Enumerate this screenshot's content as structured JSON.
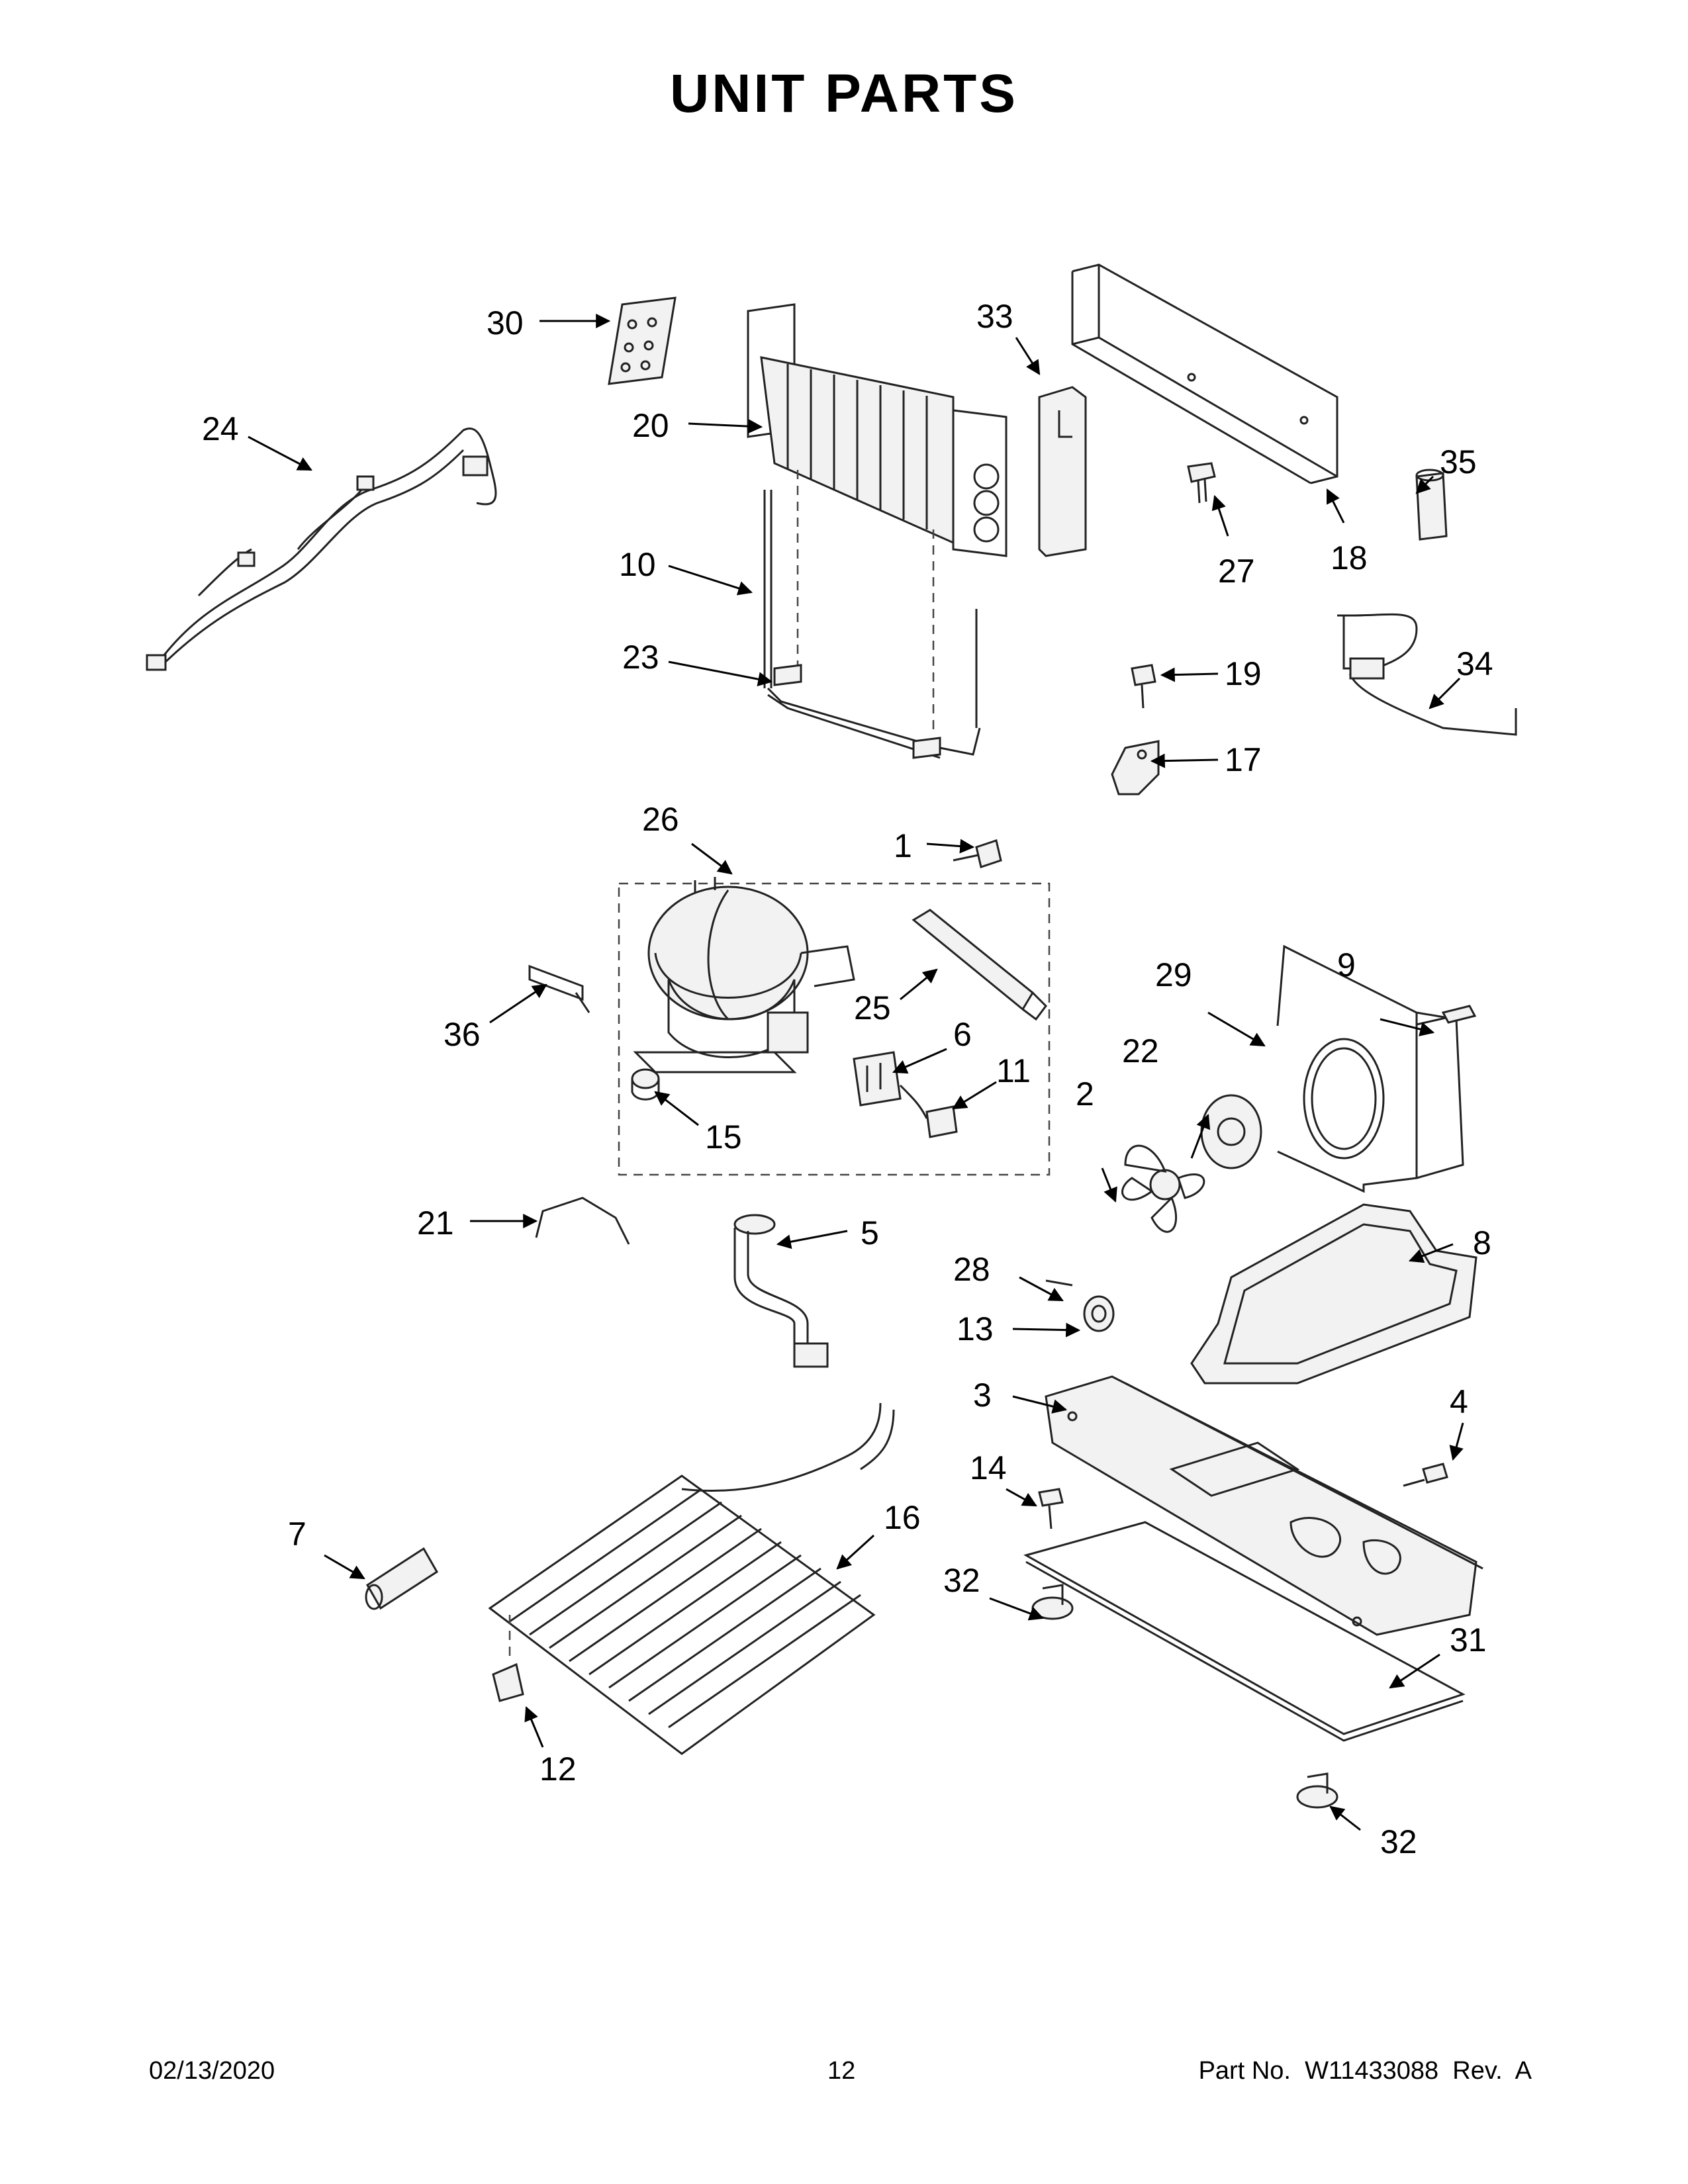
{
  "title": "UNIT PARTS",
  "callouts": [
    {
      "id": "c1",
      "label": "1"
    },
    {
      "id": "c2",
      "label": "2"
    },
    {
      "id": "c3",
      "label": "3"
    },
    {
      "id": "c4",
      "label": "4"
    },
    {
      "id": "c5",
      "label": "5"
    },
    {
      "id": "c6",
      "label": "6"
    },
    {
      "id": "c7",
      "label": "7"
    },
    {
      "id": "c8",
      "label": "8"
    },
    {
      "id": "c9",
      "label": "9"
    },
    {
      "id": "c10",
      "label": "10"
    },
    {
      "id": "c11",
      "label": "11"
    },
    {
      "id": "c12",
      "label": "12"
    },
    {
      "id": "c13",
      "label": "13"
    },
    {
      "id": "c14",
      "label": "14"
    },
    {
      "id": "c15",
      "label": "15"
    },
    {
      "id": "c16",
      "label": "16"
    },
    {
      "id": "c17",
      "label": "17"
    },
    {
      "id": "c18",
      "label": "18"
    },
    {
      "id": "c19",
      "label": "19"
    },
    {
      "id": "c20",
      "label": "20"
    },
    {
      "id": "c21",
      "label": "21"
    },
    {
      "id": "c22",
      "label": "22"
    },
    {
      "id": "c23",
      "label": "23"
    },
    {
      "id": "c24",
      "label": "24"
    },
    {
      "id": "c25",
      "label": "25"
    },
    {
      "id": "c26",
      "label": "26"
    },
    {
      "id": "c27",
      "label": "27"
    },
    {
      "id": "c28",
      "label": "28"
    },
    {
      "id": "c29",
      "label": "29"
    },
    {
      "id": "c30",
      "label": "30"
    },
    {
      "id": "c31",
      "label": "31"
    },
    {
      "id": "c32a",
      "label": "32"
    },
    {
      "id": "c32b",
      "label": "32"
    },
    {
      "id": "c33",
      "label": "33"
    },
    {
      "id": "c34",
      "label": "34"
    },
    {
      "id": "c35",
      "label": "35"
    },
    {
      "id": "c36",
      "label": "36"
    }
  ],
  "footer": {
    "date": "02/13/2020",
    "page": "12",
    "part_no": "Part No.  W11433088  Rev.  A"
  }
}
